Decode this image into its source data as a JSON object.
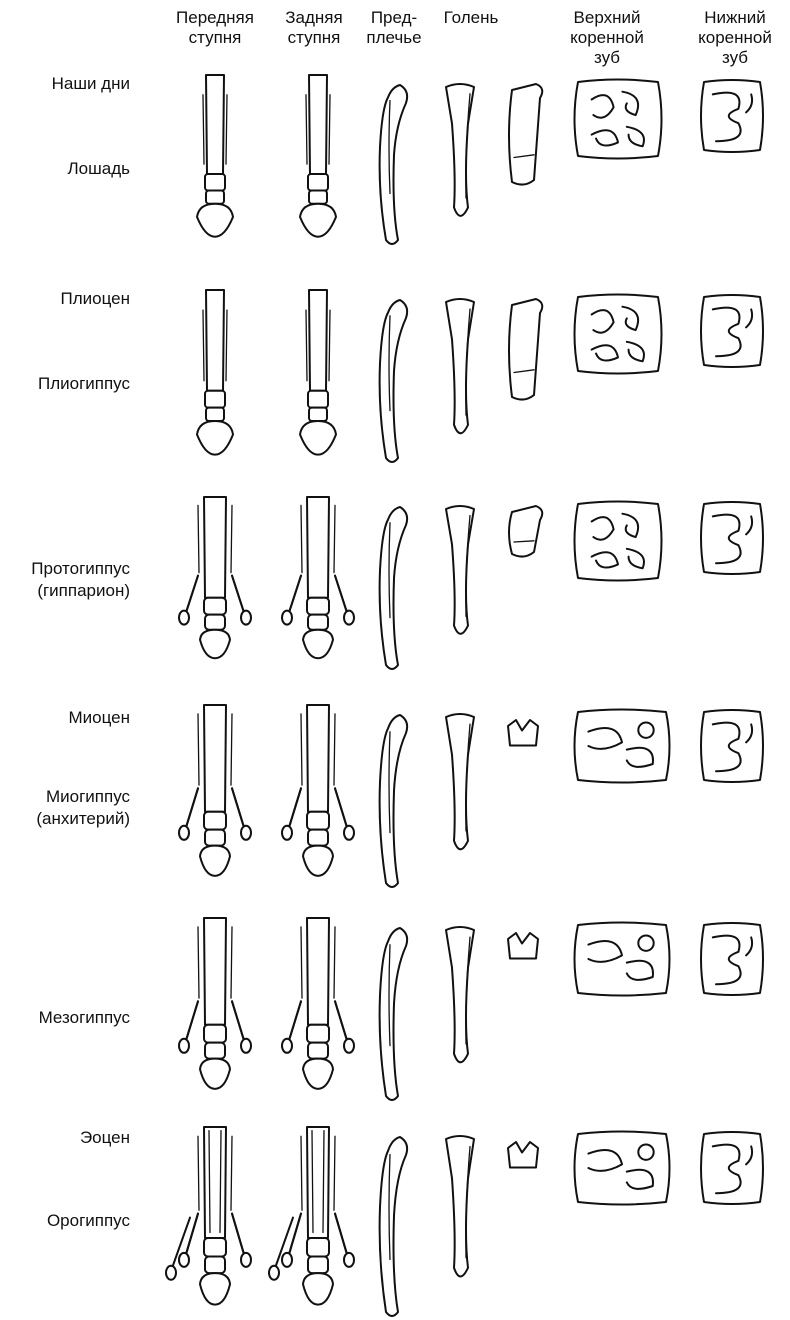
{
  "headers": {
    "fore_foot": [
      "Передняя",
      "ступня"
    ],
    "hind_foot": [
      "Задняя",
      "ступня"
    ],
    "forearm": [
      "Пред-",
      "плечье"
    ],
    "shin": [
      "Голень"
    ],
    "upper_molar": [
      "Верхний",
      "коренной",
      "зуб"
    ],
    "lower_molar": [
      "Нижний",
      "коренной",
      "зуб"
    ]
  },
  "rows": [
    {
      "epoch": "Наши дни",
      "genus": [
        "Лошадь"
      ],
      "toes": 1
    },
    {
      "epoch": "Плиоцен",
      "genus": [
        "Плиогиппус"
      ],
      "toes": 1
    },
    {
      "epoch": "",
      "genus": [
        "Протогиппус",
        "(гиппарион)"
      ],
      "toes": 3
    },
    {
      "epoch": "Миоцен",
      "genus": [
        "Миогиппус",
        "(анхитерий)"
      ],
      "toes": 3
    },
    {
      "epoch": "",
      "genus": [
        "Мезогиппус"
      ],
      "toes": 3
    },
    {
      "epoch": "Эоцен",
      "genus": [
        "Орогиппус"
      ],
      "toes": 4
    }
  ]
}
